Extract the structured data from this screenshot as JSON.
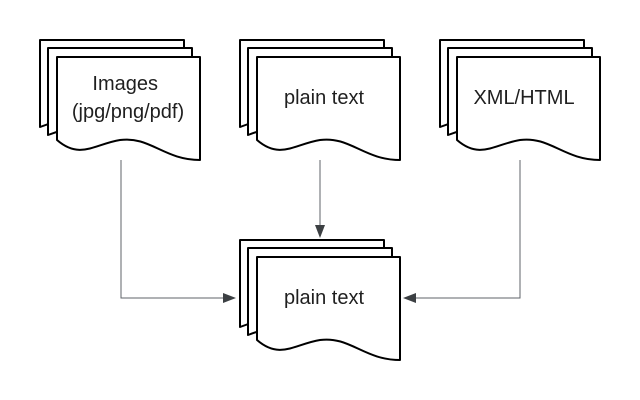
{
  "nodes": {
    "images": {
      "lines": [
        "Images",
        "(jpg/png/pdf)"
      ]
    },
    "plain_text_source": {
      "lines": [
        "plain text"
      ]
    },
    "xml_html": {
      "lines": [
        "XML/HTML"
      ]
    },
    "plain_text_output": {
      "lines": [
        "plain text"
      ]
    }
  },
  "edges": [
    {
      "from": "images",
      "to": "plain_text_output"
    },
    {
      "from": "plain_text_source",
      "to": "plain_text_output"
    },
    {
      "from": "xml_html",
      "to": "plain_text_output"
    }
  ],
  "colors": {
    "shape_stroke": "#000000",
    "shape_fill": "#ffffff",
    "connector": "#5f6368",
    "arrowhead": "#3c4043",
    "text": "#1f1f1f"
  }
}
